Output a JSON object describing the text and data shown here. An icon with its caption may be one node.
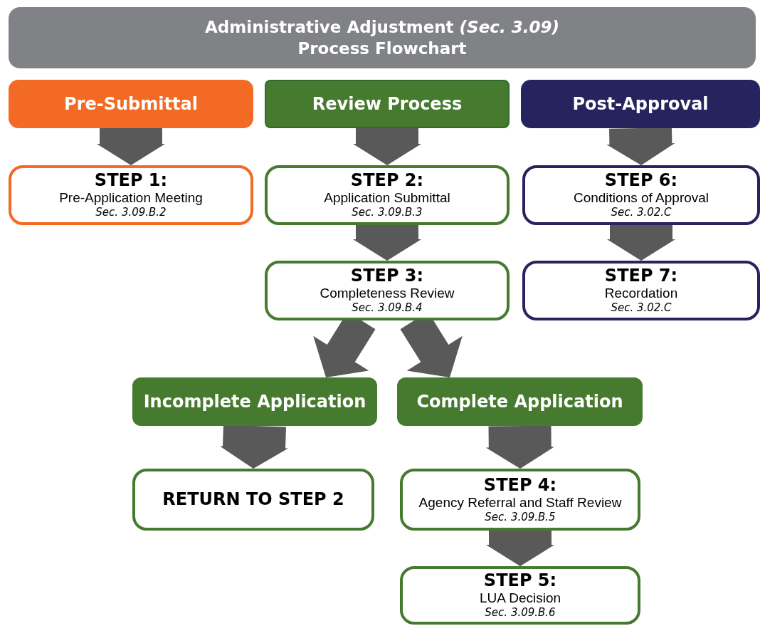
{
  "diagram": {
    "title": "Administrative Adjustment *(Sec. 3.09)* Process Flowchart",
    "nodes": [
      {
        "text": [
          "Pre-Submittal"
        ]
      },
      {
        "text": [
          "Review Process"
        ]
      },
      {
        "text": [
          "Post-Approval"
        ]
      },
      {
        "text": [
          "STEP 1:",
          "Pre-Application Meeting",
          "Sec. 3.09.B.2"
        ]
      },
      {
        "text": [
          "STEP 2:",
          "Application Submittal",
          "Sec. 3.09.B.3"
        ]
      },
      {
        "text": [
          "STEP 6:",
          "Conditions of Approval",
          "Sec. 3.02.C"
        ]
      },
      {
        "text": [
          "STEP 3:",
          "Completeness Review",
          "Sec. 3.09.B.4"
        ]
      },
      {
        "text": [
          "STEP 7:",
          "Recordation",
          "Sec. 3.02.C"
        ]
      },
      {
        "text": [
          "Incomplete Application"
        ]
      },
      {
        "text": [
          "Complete Application"
        ]
      },
      {
        "text": [
          "RETURN TO STEP 2"
        ]
      },
      {
        "text": [
          "STEP 4:",
          "Agency Referral and Staff Review",
          "Sec. 3.09.B.5"
        ]
      },
      {
        "text": [
          "STEP 5:",
          "LUA Decision",
          "Sec. 3.09.B.6"
        ]
      }
    ],
    "edges": [
      {
        "from": 0,
        "to": 3,
        "arrow": "to",
        "style": "thick"
      },
      {
        "from": 1,
        "to": 4,
        "arrow": "to",
        "style": "thick"
      },
      {
        "from": 2,
        "to": 5,
        "arrow": "to",
        "style": "thick"
      },
      {
        "from": 4,
        "to": 6,
        "arrow": "to",
        "style": "thick"
      },
      {
        "from": 5,
        "to": 7,
        "arrow": "to",
        "style": "thick"
      },
      {
        "from": 6,
        "to": 8,
        "arrow": "to",
        "style": "thick"
      },
      {
        "from": 6,
        "to": 9,
        "arrow": "to",
        "style": "thick"
      },
      {
        "from": 8,
        "to": 10,
        "arrow": "to",
        "style": "thick"
      },
      {
        "from": 9,
        "to": 11,
        "arrow": "to",
        "style": "thick"
      },
      {
        "from": 11,
        "to": 12,
        "arrow": "to",
        "style": "thick"
      }
    ]
  }
}
